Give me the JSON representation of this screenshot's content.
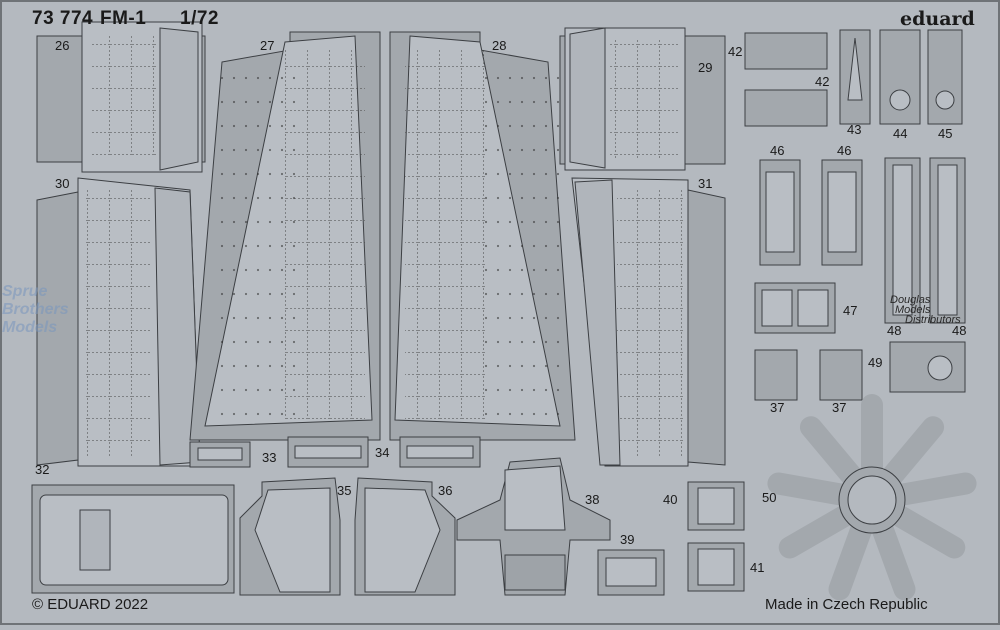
{
  "header": {
    "code": "73 774",
    "model": "FM-1",
    "scale": "1/72"
  },
  "brand": "eduard",
  "footer": {
    "copyright": "© EDUARD 2022",
    "origin": "Made in Czech Republic"
  },
  "watermarks": {
    "left": [
      "Sprue",
      "Brothers",
      "Models"
    ],
    "right": [
      "Douglas",
      "Models",
      "Distributors"
    ]
  },
  "parts": [
    "26",
    "27",
    "28",
    "29",
    "30",
    "31",
    "32",
    "33",
    "34",
    "35",
    "36",
    "37",
    "37",
    "38",
    "39",
    "40",
    "41",
    "42",
    "42",
    "43",
    "44",
    "45",
    "46",
    "46",
    "47",
    "48",
    "48",
    "49",
    "50"
  ],
  "colors": {
    "sheet": "#b4b9bf",
    "fret": "#a3a8ad",
    "part": "#b9bec4",
    "line": "#3c3f43"
  }
}
